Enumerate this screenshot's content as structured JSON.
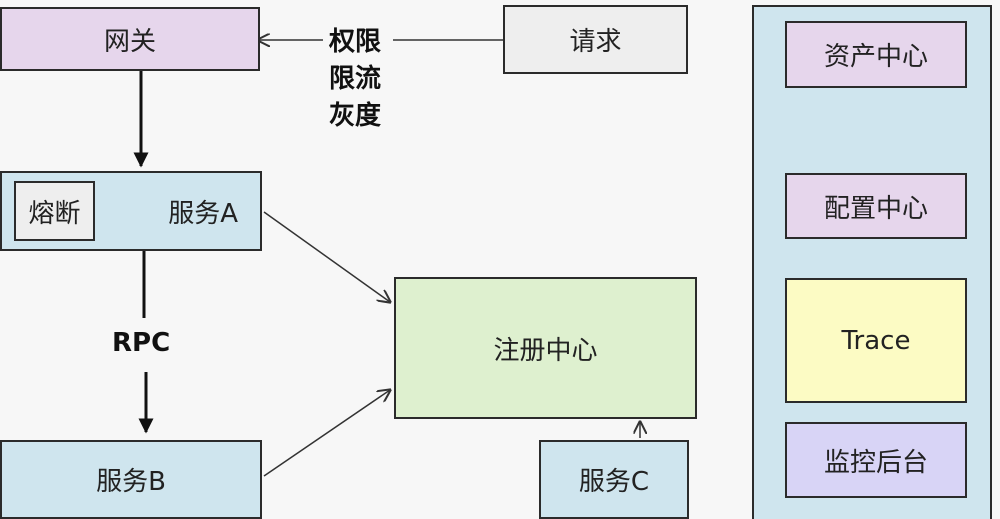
{
  "gateway": {
    "label": "网关"
  },
  "request": {
    "label": "请求"
  },
  "gateway_functions": {
    "line1": "权限",
    "line2": "限流",
    "line3": "灰度"
  },
  "service_a": {
    "label": "服务A",
    "circuit_breaker": "熔断"
  },
  "rpc": {
    "label": "RPC"
  },
  "service_b": {
    "label": "服务B"
  },
  "service_c": {
    "label": "服务C"
  },
  "registry": {
    "label": "注册中心"
  },
  "right_panel": {
    "asset_center": "资产中心",
    "config_center": "配置中心",
    "trace": "Trace",
    "monitor_backend": "监控后台"
  },
  "colors": {
    "purple": "#e6d6ec",
    "light_gray": "#eeeeee",
    "light_blue": "#cfe5ee",
    "green": "#def0cf",
    "yellow": "#fcfbc4",
    "violet": "#d8d4f6"
  }
}
